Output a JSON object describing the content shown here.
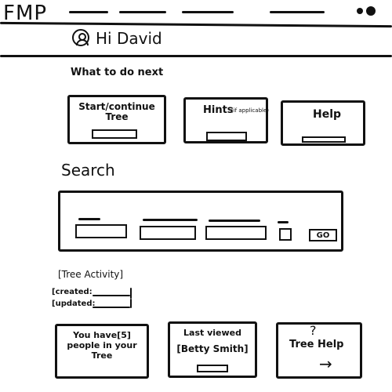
{
  "header": {
    "logo": "FMP",
    "nav_placeholders": 4,
    "greeting": "Hi David"
  },
  "next": {
    "title": "What to do next",
    "cards": [
      {
        "label": "Start/continue Tree"
      },
      {
        "label": "Hints",
        "note": "(if applicable)"
      },
      {
        "label": "Help"
      }
    ]
  },
  "search": {
    "title": "Search",
    "go_label": "GO"
  },
  "activity": {
    "title": "[Tree Activity]",
    "created_label": "[created:",
    "updated_label": "[updated:"
  },
  "bottom_cards": {
    "people": {
      "line1": "You have[5]",
      "line2": "people in your",
      "line3": "Tree"
    },
    "last_viewed": {
      "label": "Last viewed",
      "name": "[Betty Smith]"
    },
    "tree_help": {
      "mark": "?",
      "label": "Tree Help",
      "arrow": "→"
    }
  }
}
